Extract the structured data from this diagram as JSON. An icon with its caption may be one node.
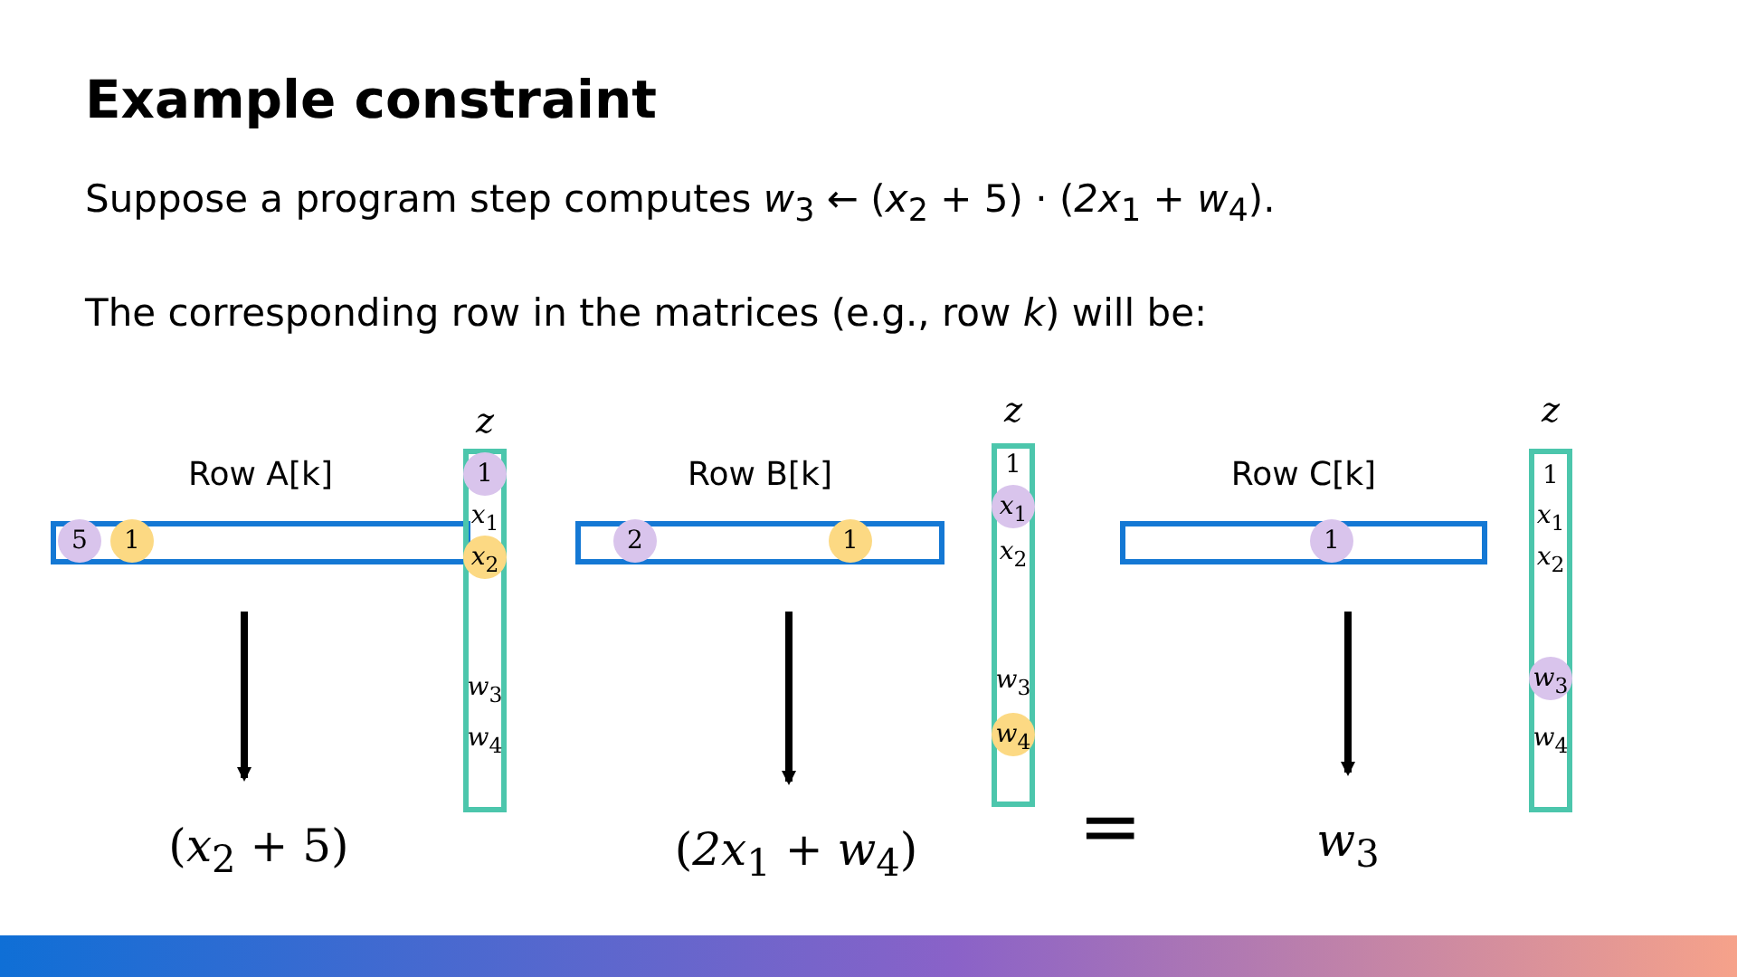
{
  "diagram": {
    "title": "Example constraint",
    "nodes": [
      {
        "text": [
          "Row A[k]"
        ]
      },
      {
        "text": [
          "5"
        ],
        "in": 0
      },
      {
        "text": [
          "1"
        ],
        "in": 0
      },
      {
        "text": [
          "*z*"
        ]
      },
      {
        "text": [
          "1"
        ],
        "in": 3
      },
      {
        "text": [
          "*x*$_{1}$"
        ],
        "in": 3
      },
      {
        "text": [
          "*x*$_{2}$"
        ],
        "in": 3
      },
      {
        "text": [
          "*w*$_{3}$"
        ],
        "in": 3
      },
      {
        "text": [
          "*w*$_{4}$"
        ],
        "in": 3
      },
      {
        "text": [
          "Row B[k]"
        ]
      },
      {
        "text": [
          "2"
        ],
        "in": 9
      },
      {
        "text": [
          "1"
        ],
        "in": 9
      },
      {
        "text": [
          "*z*"
        ]
      },
      {
        "text": [
          "1"
        ],
        "in": 12
      },
      {
        "text": [
          "*x*$_{1}$"
        ],
        "in": 12
      },
      {
        "text": [
          "*x*$_{2}$"
        ],
        "in": 12
      },
      {
        "text": [
          "*w*$_{3}$"
        ],
        "in": 12
      },
      {
        "text": [
          "*w*$_{4}$"
        ],
        "in": 12
      },
      {
        "text": [
          "Row C[k]"
        ]
      },
      {
        "text": [
          "1"
        ],
        "in": 18
      },
      {
        "text": [
          "*z*"
        ]
      },
      {
        "text": [
          "1"
        ],
        "in": 20
      },
      {
        "text": [
          "*x*$_{1}$"
        ],
        "in": 20
      },
      {
        "text": [
          "*x*$_{2}$"
        ],
        "in": 20
      },
      {
        "text": [
          "*w*$_{3}$"
        ],
        "in": 20
      },
      {
        "text": [
          "*w*$_{4}$"
        ],
        "in": 20
      },
      {
        "text": [
          "(*x*$_{2}$ + 5)"
        ]
      },
      {
        "text": [
          "(*2x*$_{1}$ + *w*$_{4}$)"
        ]
      },
      {
        "text": [
          "*w*$_{3}$"
        ]
      }
    ],
    "edges": [
      {
        "from": 0,
        "to": 26,
        "arrow": "to"
      },
      {
        "from": 9,
        "to": 27,
        "arrow": "to"
      },
      {
        "from": 18,
        "to": 28,
        "arrow": "to"
      }
    ],
    "labels": [
      "Suppose a program step computes *w*$_{3}$ ← (*x*$_{2}$ + 5) · (*2x*$_{1}$ + *w*$_{4}$).",
      "The corresponding row in the matrices (e.g., row *k*) will be:",
      "="
    ]
  }
}
